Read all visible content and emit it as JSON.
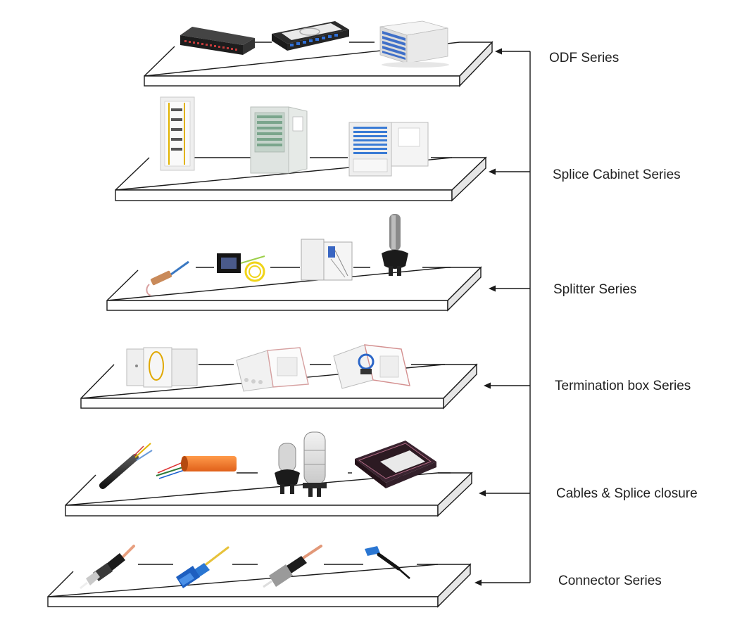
{
  "diagram": {
    "line_color": "#1a1a1a",
    "shelves": [
      {
        "id": "odf",
        "label": "ODF Series",
        "products": [
          "rack-mount-odf-icon",
          "sliding-drawer-odf-icon",
          "cabinet-odf-icon"
        ]
      },
      {
        "id": "splice-cabinet",
        "label": "Splice Cabinet Series",
        "products": [
          "floor-splice-rack-icon",
          "outdoor-splice-cabinet-icon",
          "wall-splice-cabinet-icon"
        ]
      },
      {
        "id": "splitter",
        "label": "Splitter Series",
        "products": [
          "steel-tube-splitter-icon",
          "abs-box-splitter-icon",
          "splitter-distribution-box-icon",
          "dome-splice-closure-icon"
        ]
      },
      {
        "id": "termination",
        "label": "Termination box Series",
        "products": [
          "wall-termination-box-icon",
          "outdoor-termination-box-icon",
          "fiber-access-terminal-icon"
        ]
      },
      {
        "id": "cables",
        "label": "Cables & Splice closure",
        "products": [
          "drop-cable-icon",
          "armored-fiber-cable-icon",
          "dome-closure-pair-icon",
          "horizontal-splice-closure-icon"
        ]
      },
      {
        "id": "connector",
        "label": "Connector Series",
        "products": [
          "st-connector-icon",
          "sc-connector-icon",
          "fc-connector-icon",
          "lc-connector-icon"
        ]
      }
    ]
  }
}
